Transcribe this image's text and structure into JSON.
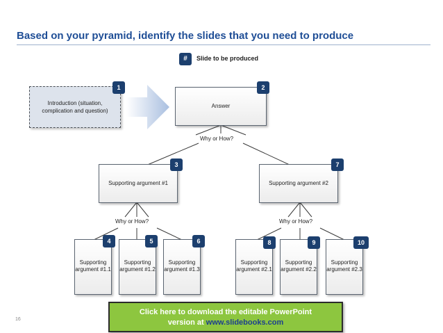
{
  "title": "Based on your pyramid, identify the slides that you need to produce",
  "legend": {
    "badge": "#",
    "text": "Slide to be produced"
  },
  "intro": {
    "number": "1",
    "text": "Introduction (situation, complication and question)"
  },
  "answer": {
    "number": "2",
    "text": "Answer"
  },
  "why_top": "Why or How?",
  "supporting": [
    {
      "number": "3",
      "text": "Supporting argument #1",
      "why": "Why or How?"
    },
    {
      "number": "7",
      "text": "Supporting argument #2",
      "why": "Why or How?"
    }
  ],
  "leaves": [
    {
      "number": "4",
      "text": "Supporting argument #1.1"
    },
    {
      "number": "5",
      "text": "Supporting argument #1.2"
    },
    {
      "number": "6",
      "text": "Supporting argument #1.3"
    },
    {
      "number": "8",
      "text": "Supporting argument #2.1"
    },
    {
      "number": "9",
      "text": "Supporting argument #2.2"
    },
    {
      "number": "10",
      "text": "Supporting argument #2.3"
    }
  ],
  "cta": {
    "line1": "Click here to download the editable PowerPoint",
    "line2_prefix": "version at ",
    "link": "www.slidebooks.com"
  },
  "page_number": "16",
  "colors": {
    "title": "#1f4e96",
    "badge": "#1c3f6e",
    "cta_bg": "#8dc63f",
    "arrow": "#a9bfe0"
  }
}
